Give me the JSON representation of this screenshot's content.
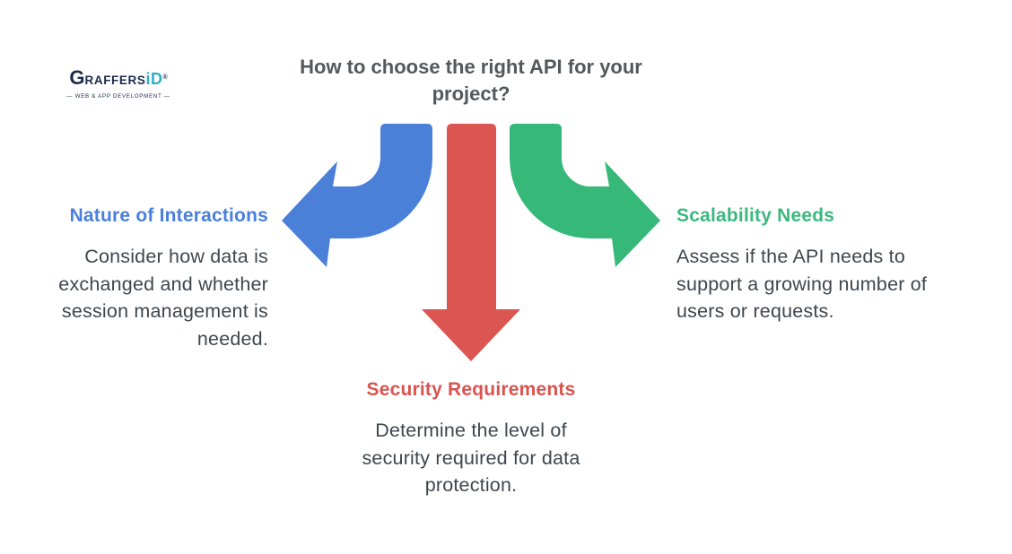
{
  "logo": {
    "part_g": "G",
    "part_raffers": "RAFFERS",
    "part_id": "iD",
    "reg": "®",
    "tagline": "— WEB & APP DEVELOPMENT —",
    "navy": "#1c2b4e",
    "teal": "#29b0c2"
  },
  "title": {
    "text": "How to choose the right API for your project?",
    "color": "#54585d"
  },
  "sections": {
    "nature": {
      "heading": "Nature of Interactions",
      "body": "Consider how data is exchanged and whether session management is needed.",
      "heading_color": "#4a7fdb",
      "arrow_color": "#4b80d9",
      "arrow_direction": "left"
    },
    "security": {
      "heading": "Security Requirements",
      "body": "Determine the level of security required for data protection.",
      "heading_color": "#d9534f",
      "arrow_color": "#db5551",
      "arrow_direction": "down"
    },
    "scalability": {
      "heading": "Scalability Needs",
      "body": "Assess if the API needs to support a growing number of users or requests.",
      "heading_color": "#3cb87f",
      "arrow_color": "#36b878",
      "arrow_direction": "right"
    }
  },
  "body_text_color": "#3e464e",
  "background_color": "#ffffff"
}
